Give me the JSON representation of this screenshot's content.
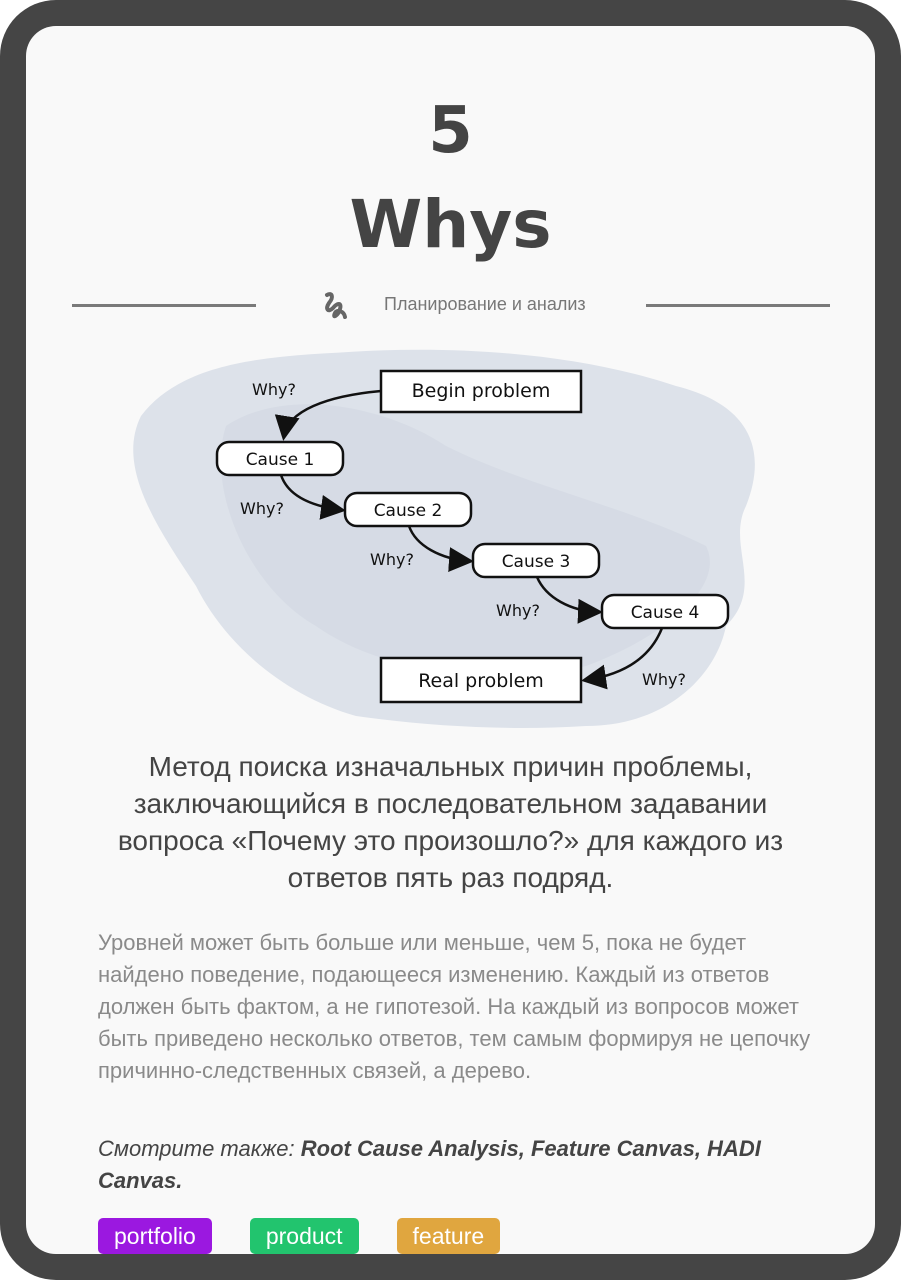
{
  "card": {
    "number": "5",
    "title": "Whys",
    "category": "Планирование и анализ",
    "category_icon": "squiggle-icon",
    "diagram": {
      "begin": "Begin problem",
      "causes": [
        "Cause 1",
        "Cause 2",
        "Cause 3",
        "Cause 4"
      ],
      "real": "Real problem",
      "why": "Why?"
    },
    "lead": "Метод поиска изначальных причин проблемы, заключающийся в последовательном задавании вопроса «Почему это произошло?» для каждого из ответов пять раз подряд.",
    "body": "Уровней может быть больше или меньше, чем 5, пока не будет найдено поведение, подающееся изменению. Каждый из ответов должен быть фактом, а не гипотезой. На каждый из вопросов может быть приведено несколько ответов, тем самым формируя не цепочку причинно-следственных связей, а дерево.",
    "see_also_label": "Смотрите также:",
    "see_also_links": " Root Cause Analysis, Feature Canvas, HADI Canvas.",
    "tags": [
      {
        "label": "portfolio",
        "color": "#9b18e0"
      },
      {
        "label": "product",
        "color": "#22c46e"
      },
      {
        "label": "feature",
        "color": "#e0a63f"
      }
    ]
  }
}
